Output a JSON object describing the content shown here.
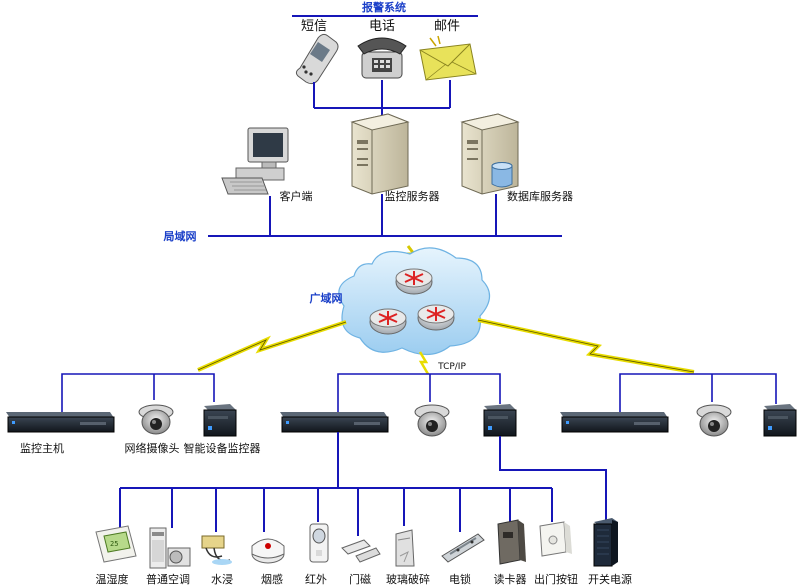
{
  "alarm_system": {
    "title": "报警系统",
    "sms": "短信",
    "phone": "电话",
    "email": "邮件"
  },
  "servers": {
    "client": "客户端",
    "monitor_server": "监控服务器",
    "db_server": "数据库服务器"
  },
  "lan": "局域网",
  "wan": "广域网",
  "tcpip": "TCP/IP",
  "site": {
    "host": "监控主机",
    "camera": "网络摄像头",
    "smart_monitor": "智能设备监控器"
  },
  "sensors": {
    "temp_humidity": "温湿度",
    "ac": "普通空调",
    "water": "水浸",
    "smoke": "烟感",
    "infrared": "红外",
    "door_magnet": "门磁",
    "glass_break": "玻璃破碎",
    "lock": "电锁",
    "card_reader": "读卡器",
    "exit_button": "出门按钮",
    "power_switch": "开关电源"
  },
  "colors": {
    "bus": "#1616b8",
    "lightning": "#ffee00",
    "cloud": "#bfe3f9"
  }
}
